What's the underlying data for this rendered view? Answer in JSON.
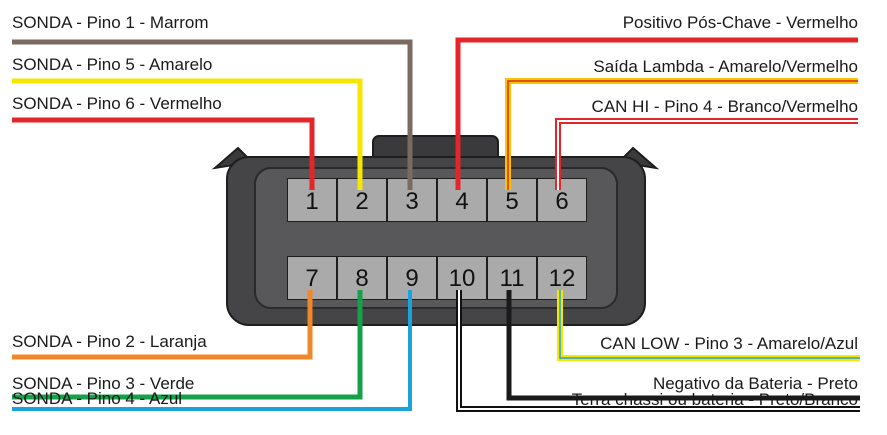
{
  "connector": {
    "top_pins": [
      "1",
      "2",
      "3",
      "4",
      "5",
      "6"
    ],
    "bottom_pins": [
      "7",
      "8",
      "9",
      "10",
      "11",
      "12"
    ]
  },
  "wires": {
    "pin1": {
      "label": "SONDA - Pino 1 - Marrom",
      "color": "#7a6a60"
    },
    "pin2": {
      "label": "SONDA - Pino 5 - Amarelo",
      "color": "#f7e600"
    },
    "pin3": {
      "label": "SONDA - Pino 6 - Vermelho",
      "color": "#e3262a"
    },
    "pin4": {
      "label": "Positivo Pós-Chave - Vermelho",
      "color": "#e3262a"
    },
    "pin5": {
      "label": "Saída Lambda - Amarelo/Vermelho",
      "color": "#f7c600"
    },
    "pin6": {
      "label": "CAN HI - Pino 4 - Branco/Vermelho",
      "color": "#e3262a"
    },
    "pin7": {
      "label": "SONDA - Pino 2 - Laranja",
      "color": "#f0882a"
    },
    "pin8": {
      "label": "SONDA - Pino 3 - Verde",
      "color": "#15a04a"
    },
    "pin9": {
      "label": "SONDA - Pino 4 - Azul",
      "color": "#1aa3e0"
    },
    "pin10": {
      "label": "Terra chassi ou bateria - Preto/Branco",
      "color": "#111111"
    },
    "pin11": {
      "label": "Negativo da Bateria - Preto",
      "color": "#1a1a1a"
    },
    "pin12": {
      "label": "CAN LOW - Pino 3 - Amarelo/Azul",
      "color": "#f7e600"
    }
  }
}
